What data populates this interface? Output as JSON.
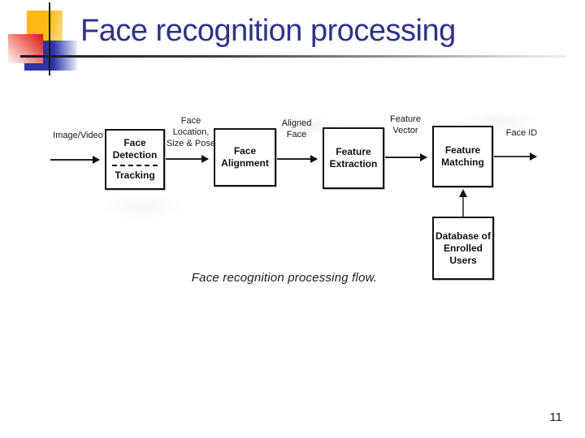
{
  "slide": {
    "title": "Face recognition processing",
    "caption": "Face recognition processing flow.",
    "page_number": "11"
  },
  "diagram": {
    "labels": {
      "input": "Image/Video",
      "face_location": "Face\nLocation,\nSize & Pose",
      "aligned_face": "Aligned\nFace",
      "feature_vector": "Feature\nVector",
      "face_id": "Face ID"
    },
    "boxes": {
      "detection_top": "Face\nDetection",
      "detection_bottom": "Tracking",
      "alignment": "Face\nAlignment",
      "extraction": "Feature\nExtraction",
      "matching": "Feature\nMatching",
      "database": "Database of\nEnrolled\nUsers"
    }
  },
  "colors": {
    "title_text": "#2e3191",
    "accent_yellow": "#fdb913",
    "accent_red": "#dd1c1a",
    "accent_blue": "#2e34a4",
    "diagram_ink": "#111111"
  }
}
